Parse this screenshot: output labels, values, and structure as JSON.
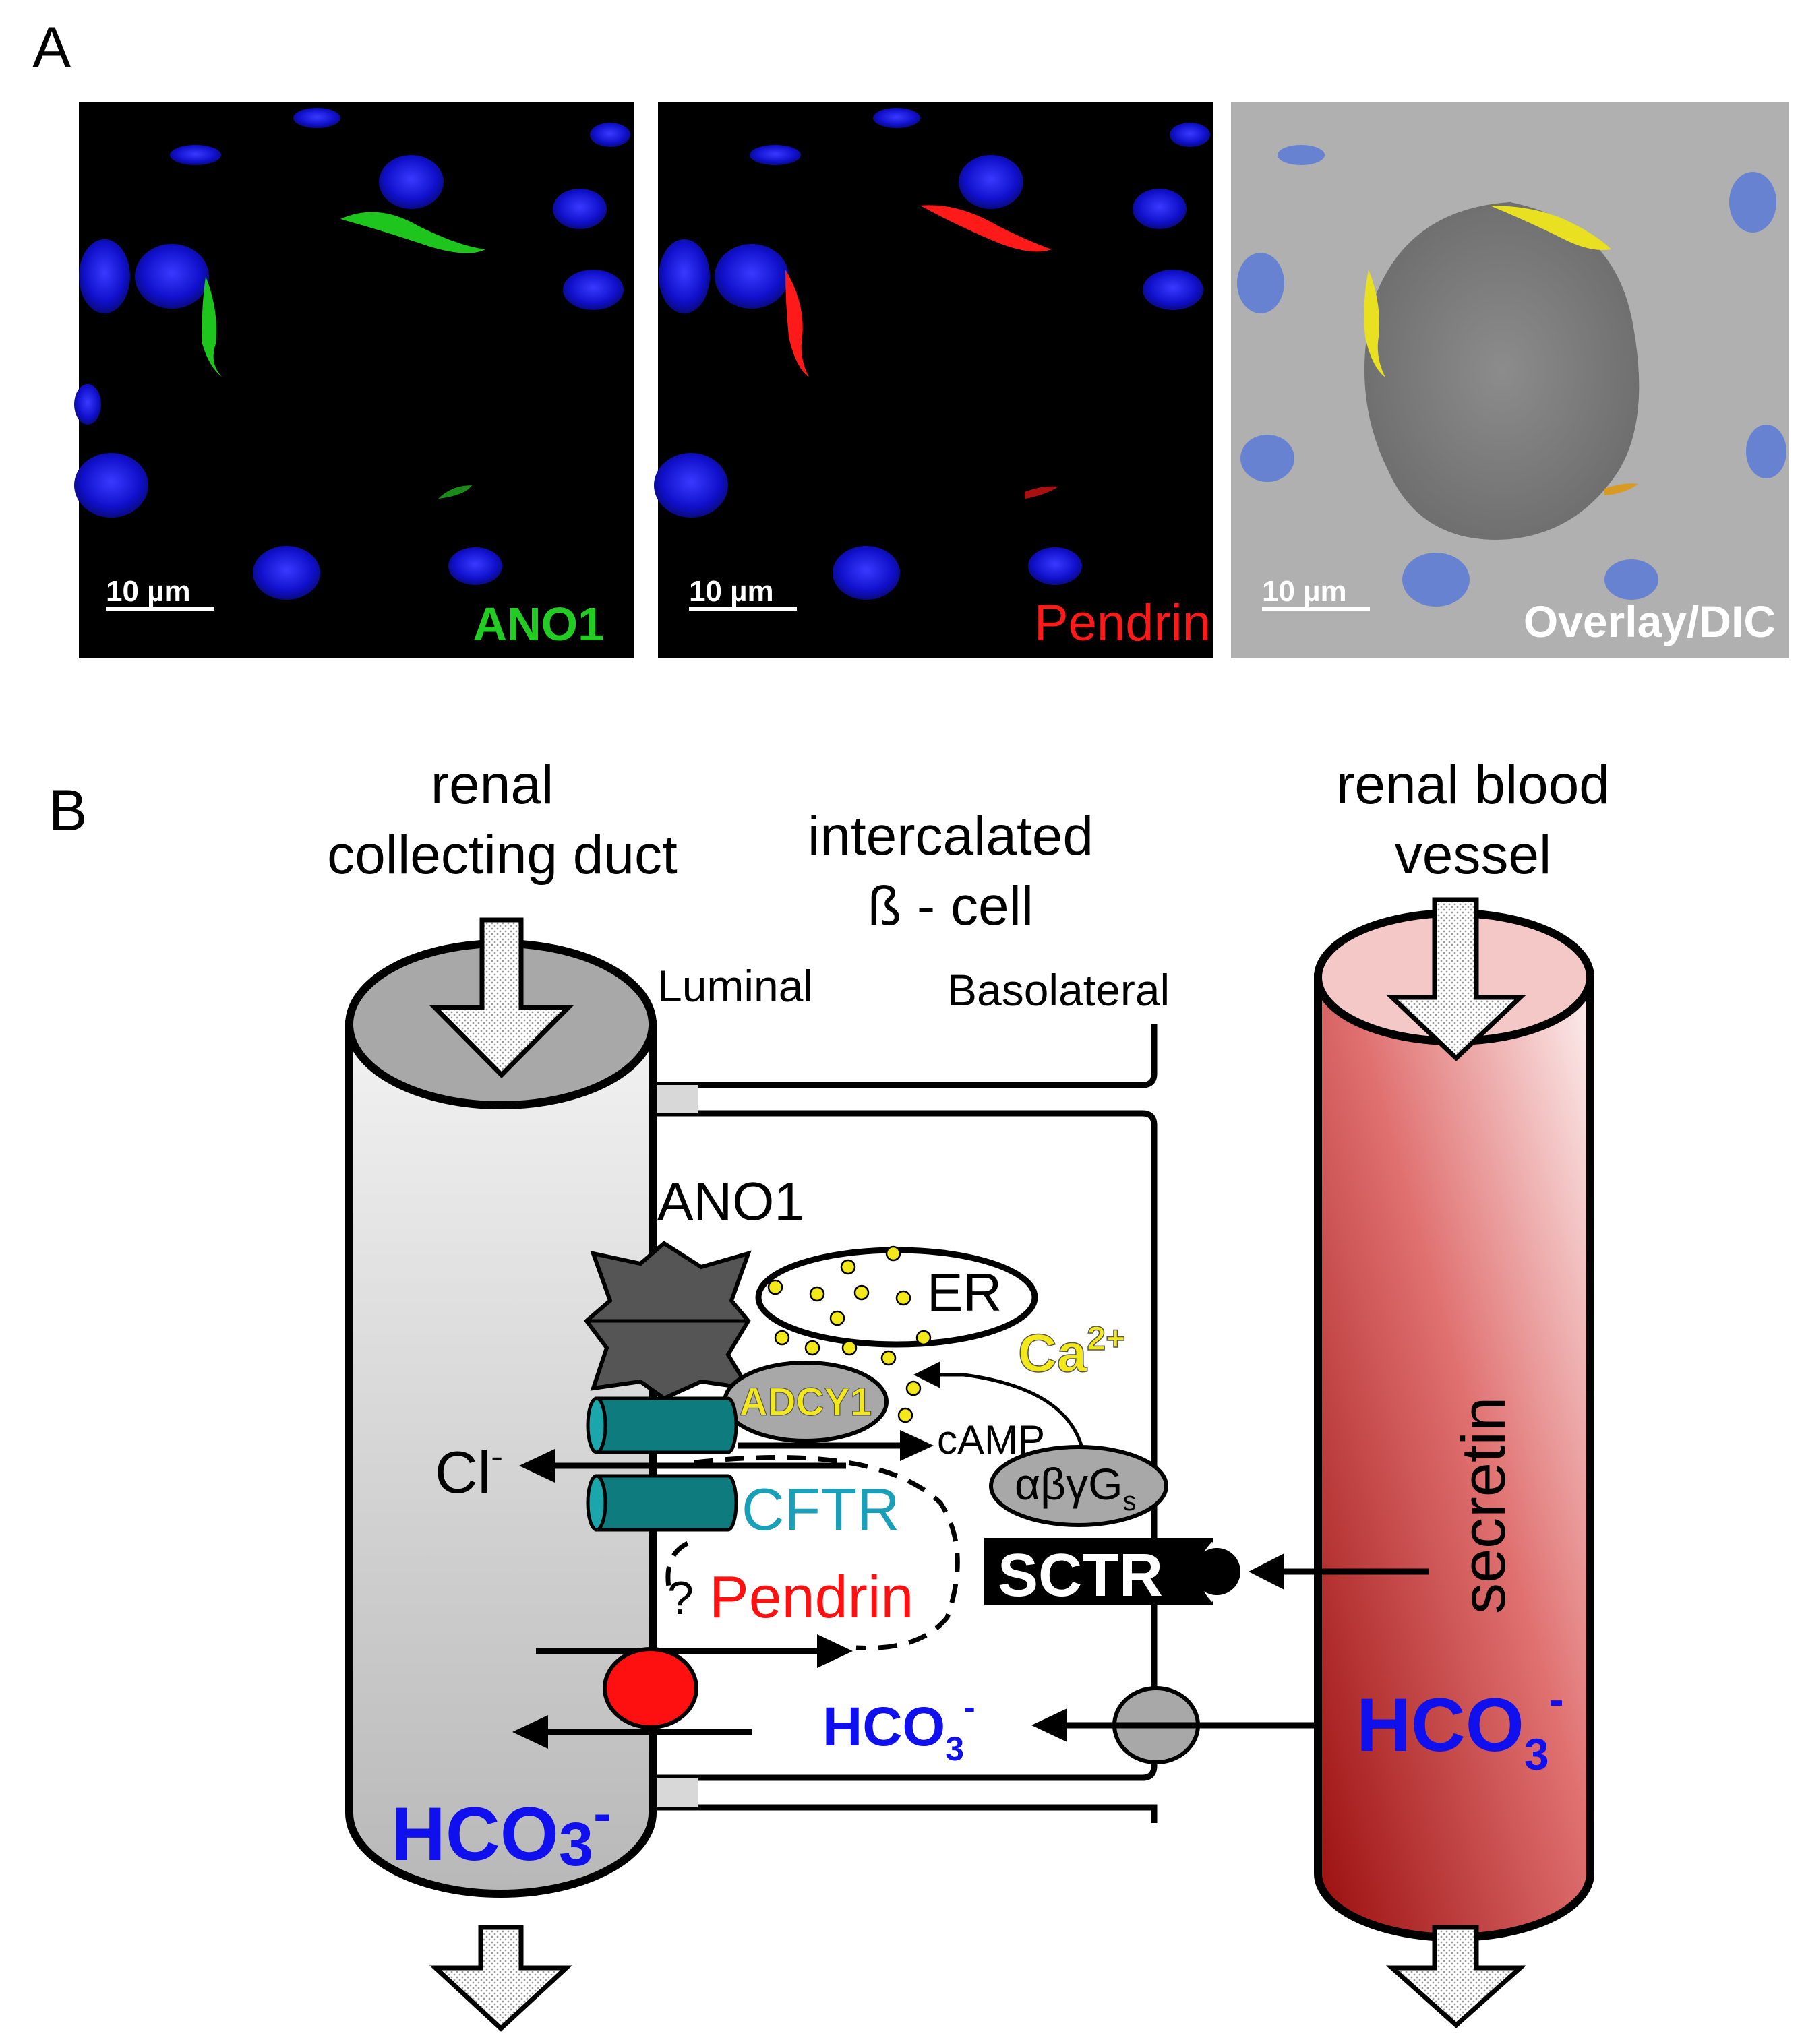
{
  "panel_a": {
    "letter": "A",
    "images": [
      {
        "label": "ANO1",
        "label_color": "#22cc22",
        "scalebar": "10 µm"
      },
      {
        "label": "Pendrin",
        "label_color": "#ff1a1a",
        "scalebar": "10 µm"
      },
      {
        "label": "Overlay/DIC",
        "label_color": "#ffffff",
        "scalebar": "10 µm"
      }
    ]
  },
  "panel_b": {
    "letter": "B",
    "title_duct": [
      "renal",
      "collecting duct"
    ],
    "title_cell": [
      "intercalated",
      "ß - cell"
    ],
    "title_vessel": [
      "renal blood",
      "vessel"
    ],
    "luminal": "Luminal",
    "basolateral": "Basolateral",
    "ano1": "ANO1",
    "er": "ER",
    "ca": "Ca",
    "ca_sup": "2+",
    "adcy1": "ADCY1",
    "camp": "cAMP",
    "gs": "αβγG",
    "gs_sub": "s",
    "sctr": "SCTR",
    "secretin": "secretin",
    "cl": "Cl",
    "cl_sup": "-",
    "cftr": "CFTR",
    "question": "?",
    "pendrin": "Pendrin",
    "hco3_cell": {
      "base": "HCO",
      "sub": "3",
      "sup": "-"
    },
    "hco3_vessel": {
      "base": "HCO",
      "sub": "3",
      "sup": "-"
    },
    "hco3_duct": {
      "base": "HCO",
      "sub": "3",
      "sup": "-"
    },
    "colors": {
      "yellow": "#f2e81a",
      "cftr": "#1a9fb8",
      "pendrin": "#ff1010",
      "hco3": "#1010ee",
      "teal": "#0e7b7e",
      "vessel_dark": "#a01010"
    }
  }
}
